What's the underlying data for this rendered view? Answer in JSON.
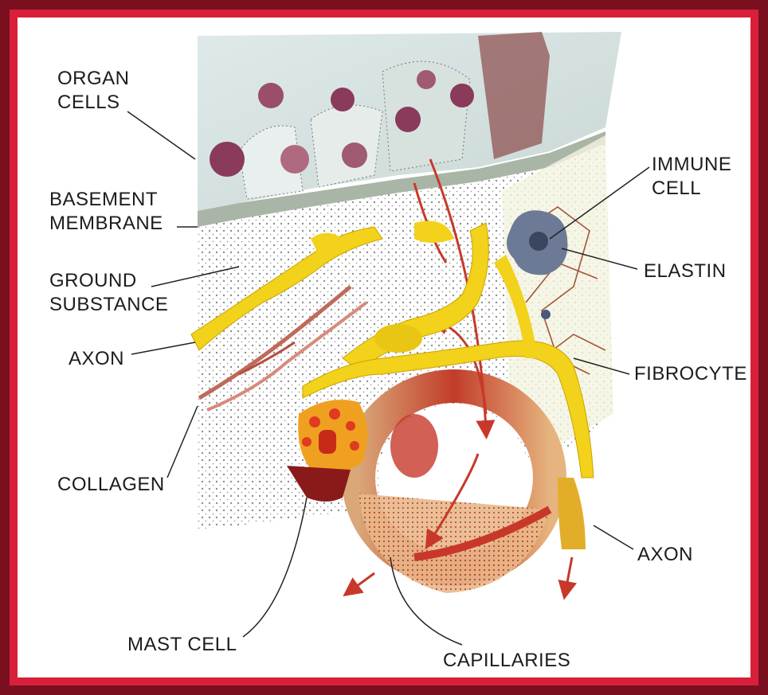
{
  "labels": {
    "organ_cells": "ORGAN\nCELLS",
    "basement_membrane": "BASEMENT\nMEMBRANE",
    "ground_substance": "GROUND\nSUBSTANCE",
    "axon_left": "AXON",
    "collagen": "COLLAGEN",
    "mast_cell": "MAST CELL",
    "capillaries": "CAPILLARIES",
    "axon_right": "AXON",
    "fibrocyte": "FIBROCYTE",
    "elastin": "ELASTIN",
    "immune_cell": "IMMUNE\nCELL"
  },
  "colors": {
    "frame_outer": "#7a0f1f",
    "frame_inner": "#d8203a",
    "nerve": "#f2d21a",
    "vessel": "#c8382a",
    "cell_nucleus": "#8a3a5a"
  }
}
